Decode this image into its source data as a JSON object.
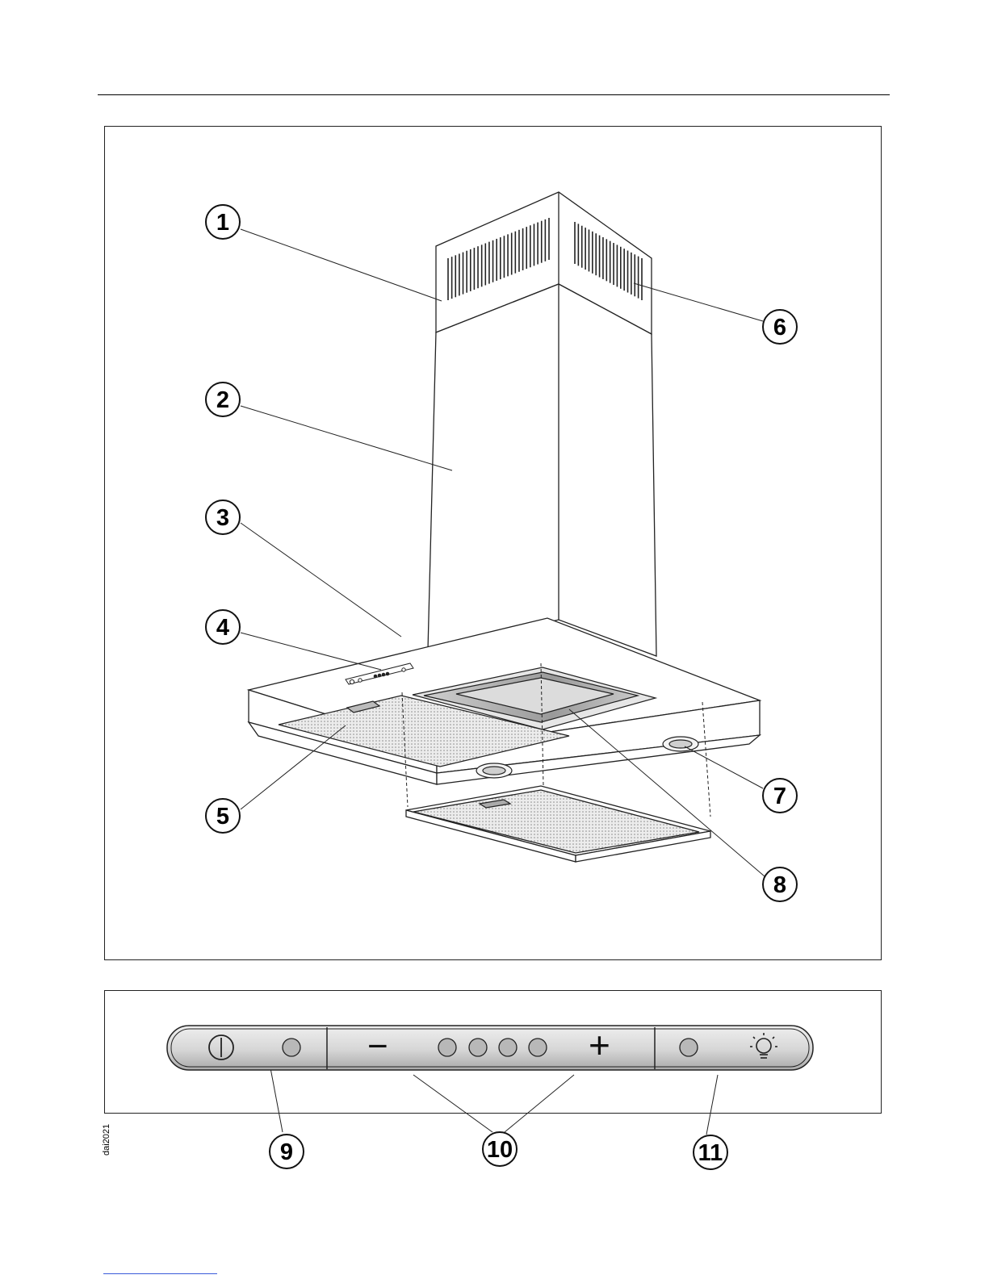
{
  "callouts": [
    {
      "id": "1",
      "label": "1"
    },
    {
      "id": "2",
      "label": "2"
    },
    {
      "id": "3",
      "label": "3"
    },
    {
      "id": "4",
      "label": "4"
    },
    {
      "id": "5",
      "label": "5"
    },
    {
      "id": "6",
      "label": "6"
    },
    {
      "id": "7",
      "label": "7"
    },
    {
      "id": "8",
      "label": "8"
    },
    {
      "id": "9",
      "label": "9"
    },
    {
      "id": "10",
      "label": "10"
    },
    {
      "id": "11",
      "label": "11"
    }
  ],
  "control_panel": {
    "minus_symbol": "−",
    "plus_symbol": "+",
    "icons": [
      "power-icon",
      "fan-speed-indicator-icon",
      "light-icon"
    ]
  },
  "figure_code": "dai2021",
  "colors": {
    "line": "#222222",
    "panel_fill": "#d8d8d8",
    "indicator_fill": "#b8b8b8"
  }
}
